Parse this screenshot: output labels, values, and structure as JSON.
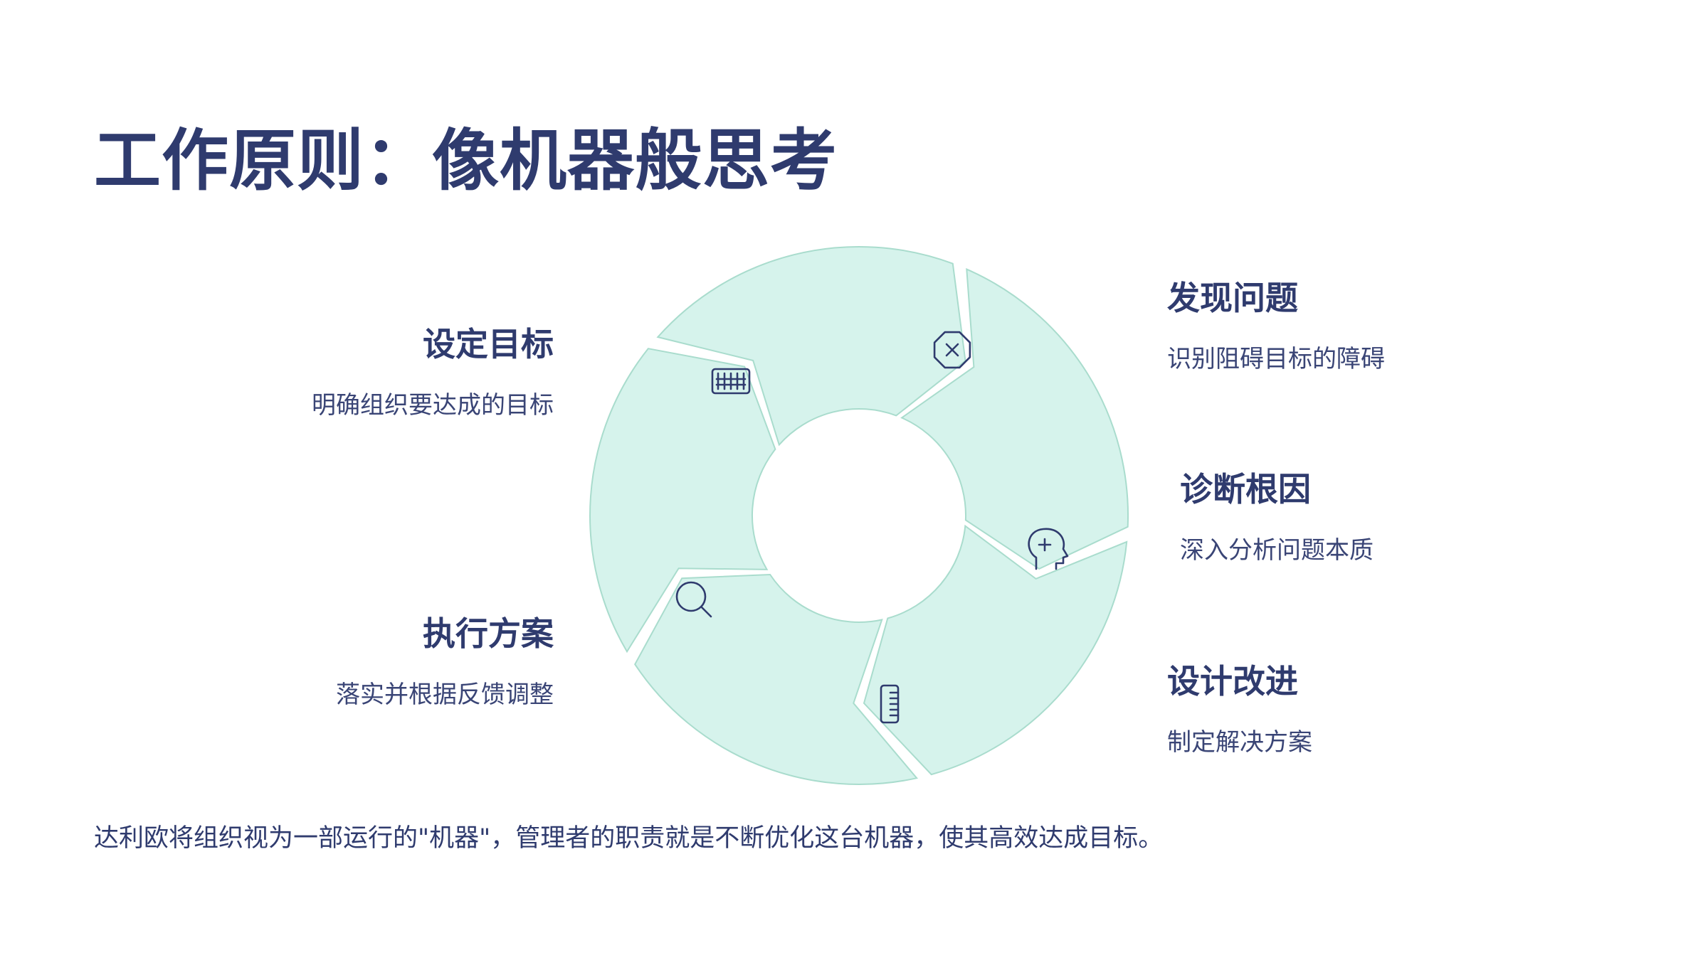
{
  "title": "工作原则：像机器般思考",
  "colors": {
    "segment_fill": "#d6f3ec",
    "segment_stroke": "#a9dccd",
    "text": "#2f3b6e",
    "icon": "#2f3b6e"
  },
  "steps": [
    {
      "title": "设定目标",
      "desc": "明确组织要达成的目标",
      "icon": "calendar-grid-icon"
    },
    {
      "title": "发现问题",
      "desc": "识别阻碍目标的障碍",
      "icon": "x-octagon-icon"
    },
    {
      "title": "诊断根因",
      "desc": "深入分析问题本质",
      "icon": "head-plus-icon"
    },
    {
      "title": "设计改进",
      "desc": "制定解决方案",
      "icon": "ruler-icon"
    },
    {
      "title": "执行方案",
      "desc": "落实并根据反馈调整",
      "icon": "search-icon"
    }
  ],
  "footer": "达利欧将组织视为一部运行的\"机器\"，管理者的职责就是不断优化这台机器，使其高效达成目标。"
}
